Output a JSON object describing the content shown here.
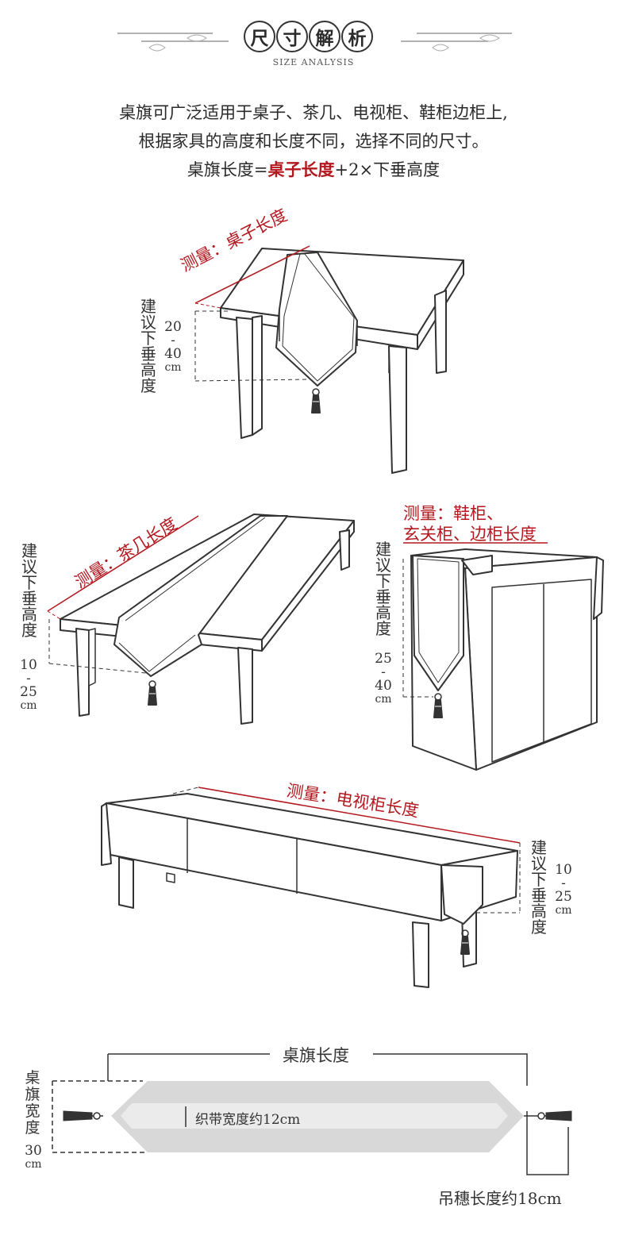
{
  "header": {
    "title_chars": [
      "尺",
      "寸",
      "解",
      "析"
    ],
    "subtitle": "SIZE ANALYSIS"
  },
  "intro": {
    "line1": "桌旗可广泛适用于桌子、茶几、电视柜、鞋柜边柜上,",
    "line2": "根据家具的高度和长度不同，选择不同的尺寸。",
    "formula_prefix": "桌旗长度=",
    "formula_highlight": "桌子长度",
    "formula_suffix": "+2×下垂高度"
  },
  "colors": {
    "accent": "#b3181f",
    "line": "#333333",
    "runner_fill": "#d8d8d8"
  },
  "table": {
    "measure_label": "测量：桌子长度",
    "drop_label_chars": [
      "建",
      "议",
      "下",
      "垂",
      "高",
      "度"
    ],
    "drop_range": [
      "20",
      "-",
      "40",
      "cm"
    ]
  },
  "coffee_table": {
    "measure_label": "测量：茶几长度",
    "drop_label_chars": [
      "建",
      "议",
      "下",
      "垂",
      "高",
      "度"
    ],
    "drop_range": [
      "10",
      "-",
      "25",
      "cm"
    ]
  },
  "cabinet": {
    "measure_label_line1": "测量：鞋柜、",
    "measure_label_line2": "玄关柜、边柜长度",
    "drop_label_chars": [
      "建",
      "议",
      "下",
      "垂",
      "高",
      "度"
    ],
    "drop_range": [
      "25",
      "-",
      "40",
      "cm"
    ]
  },
  "tv_stand": {
    "measure_label": "测量：电视柜长度",
    "drop_label_chars": [
      "建",
      "议",
      "下",
      "垂",
      "高",
      "度"
    ],
    "drop_range": [
      "10",
      "-",
      "25",
      "cm"
    ]
  },
  "runner": {
    "length_label": "桌旗长度",
    "width_label_chars": [
      "桌",
      "旗",
      "宽",
      "度"
    ],
    "width_value": [
      "30",
      "cm"
    ],
    "band_label": "织带宽度约12cm",
    "tassel_label": "吊穗长度约18cm"
  }
}
